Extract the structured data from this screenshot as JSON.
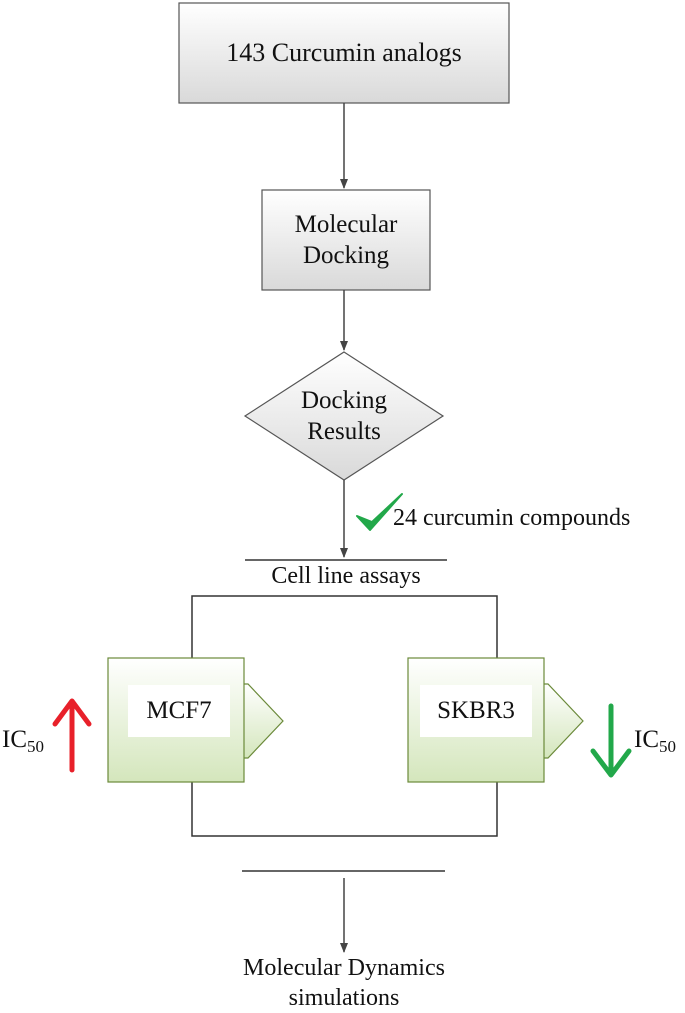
{
  "nodes": {
    "start": "143 Curcumin analogs",
    "docking_line1": "Molecular",
    "docking_line2": "Docking",
    "results_line1": "Docking",
    "results_line2": "Results",
    "filter_label": "24 curcumin compounds",
    "assay_label": "Cell line assays",
    "mcf7": "MCF7",
    "skbr3": "SKBR3",
    "ic_left": "IC",
    "ic_left_sub": "50",
    "ic_right": "IC",
    "ic_right_sub": "50",
    "md_line1": "Molecular Dynamics",
    "md_line2": "simulations"
  },
  "colors": {
    "box_fill_top": "#ffffff",
    "box_fill_bottom": "#d9d9d9",
    "box_stroke": "#555555",
    "doc_fill_top": "#ffffff",
    "doc_fill_bottom": "#d4e6bc",
    "doc_stroke": "#6b8a3a",
    "check": "#22a84a",
    "arrow_up": "#e8202a",
    "arrow_down": "#22a84a",
    "line": "#333333"
  },
  "icons": {
    "check": "checkmark-icon",
    "up": "arrow-up-icon",
    "down": "arrow-down-icon"
  }
}
